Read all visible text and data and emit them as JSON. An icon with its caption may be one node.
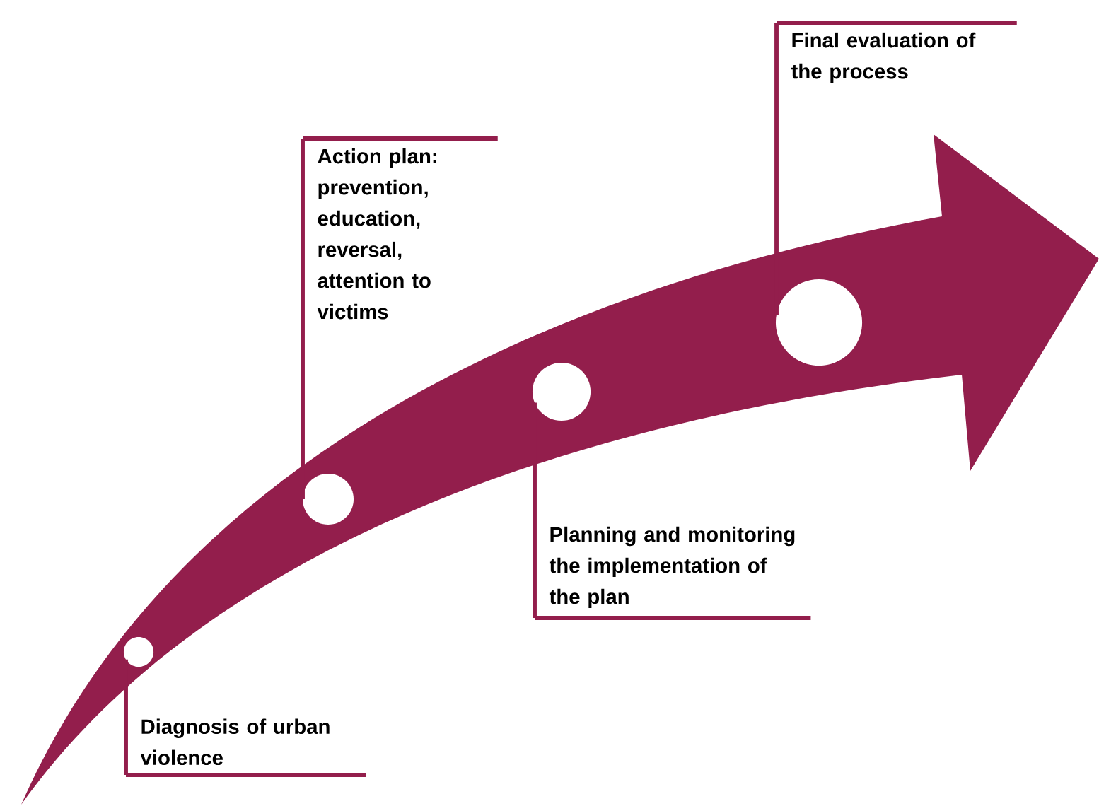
{
  "diagram": {
    "nodes": [
      {
        "text": [
          "Diagnosis of urban violence"
        ]
      },
      {
        "text": [
          "Action plan: prevention, education, reversal, attention to victims"
        ]
      },
      {
        "text": [
          "Planning and monitoring the implementation of the plan"
        ]
      },
      {
        "text": [
          "Final evaluation of the process"
        ]
      },
      {
        "text": [],
        "shape": "circle"
      },
      {
        "text": [],
        "shape": "circle"
      },
      {
        "text": [],
        "shape": "circle"
      },
      {
        "text": [],
        "shape": "circle"
      }
    ],
    "edges": [
      {
        "from": 0,
        "to": 4,
        "arrow": "none"
      },
      {
        "from": 1,
        "to": 5,
        "arrow": "none"
      },
      {
        "from": 2,
        "to": 6,
        "arrow": "none"
      },
      {
        "from": 3,
        "to": 7,
        "arrow": "none"
      }
    ]
  }
}
